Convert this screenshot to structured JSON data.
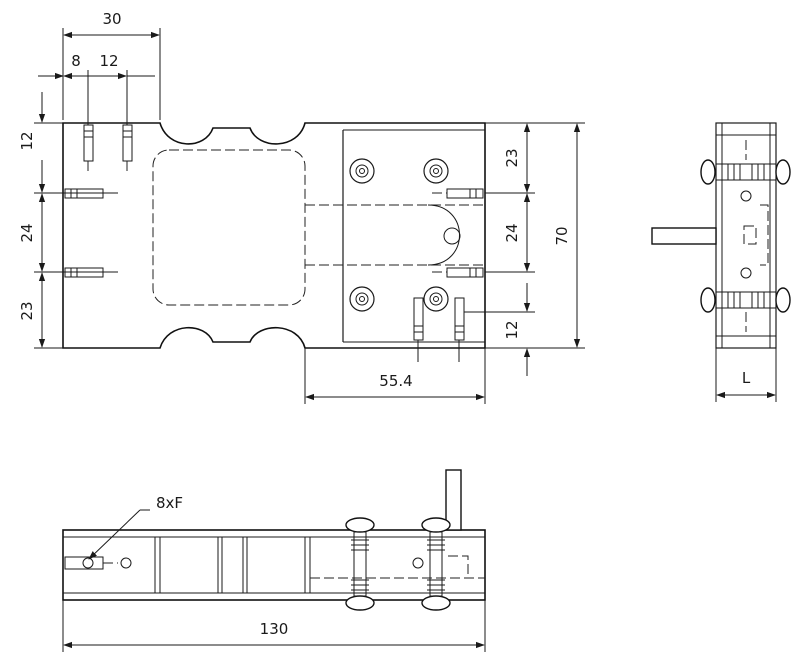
{
  "dimensions": {
    "top_width": "30",
    "hole_offset_a": "8",
    "hole_offset_b": "12",
    "left_top": "12",
    "left_mid": "24",
    "left_bottom": "23",
    "right_top": "23",
    "right_mid": "24",
    "right_bottom": "12",
    "overall_height": "70",
    "mount_length": "55.4",
    "side_width": "L",
    "overall_length": "130"
  },
  "callouts": {
    "holes": "8xF"
  }
}
